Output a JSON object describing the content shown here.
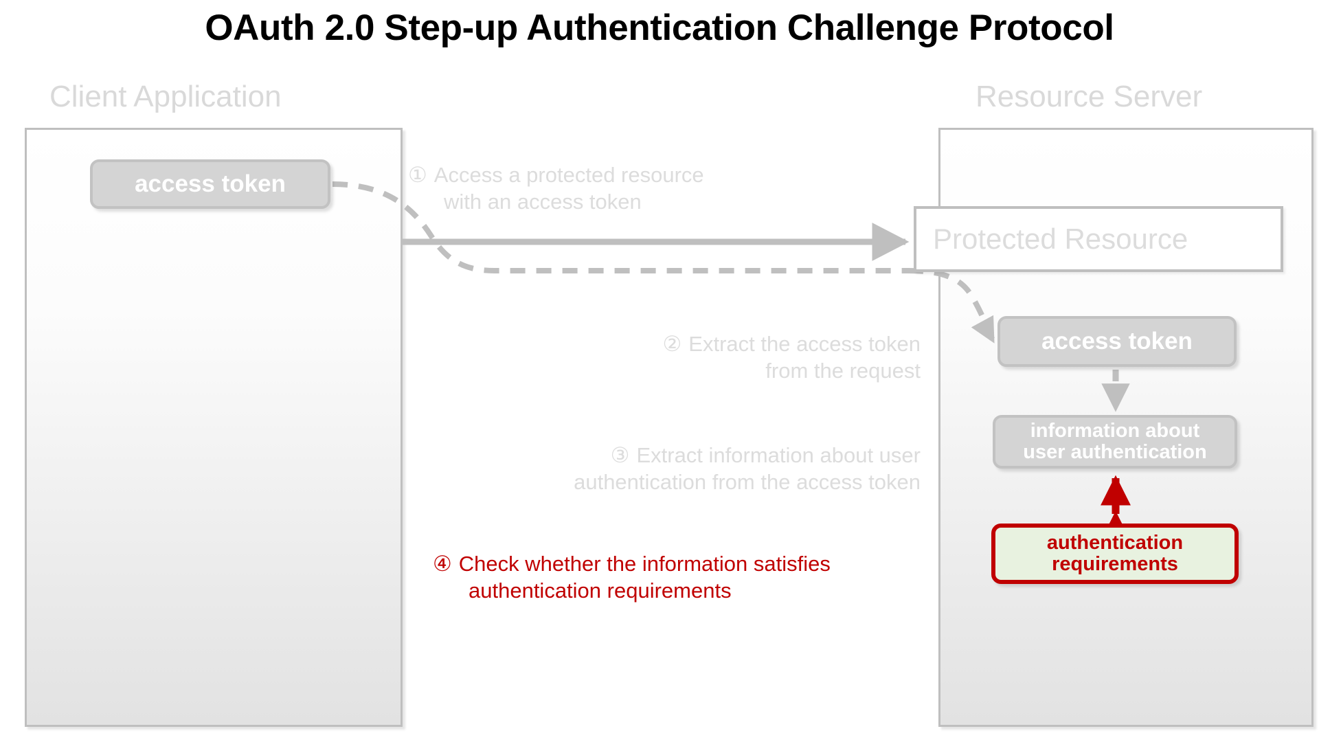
{
  "title": "OAuth 2.0 Step-up Authentication Challenge Protocol",
  "lanes": {
    "client": {
      "label": "Client Application"
    },
    "server": {
      "label": "Resource Server"
    }
  },
  "nodes": {
    "client_access_token": "access token",
    "protected_resource": "Protected Resource",
    "server_access_token": "access token",
    "user_auth_info": "information about\nuser authentication",
    "auth_requirements": "authentication\nrequirements"
  },
  "steps": [
    {
      "num": "①",
      "line1": "Access a protected resource",
      "line2": "with an access token",
      "highlight": false
    },
    {
      "num": "②",
      "line1": "Extract the access token",
      "line2": "from the request",
      "highlight": false
    },
    {
      "num": "③",
      "line1": "Extract information about user",
      "line2": "authentication from the access token",
      "highlight": false
    },
    {
      "num": "④",
      "line1": "Check whether the information satisfies",
      "line2": "authentication requirements",
      "highlight": true
    }
  ],
  "colors": {
    "muted_gray": "#dcdcdc",
    "border_gray": "#bfbfbf",
    "chip_fill": "#d4d4d4",
    "highlight_red": "#c00000",
    "highlight_fill": "#e8f2e0",
    "title_black": "#000000"
  }
}
